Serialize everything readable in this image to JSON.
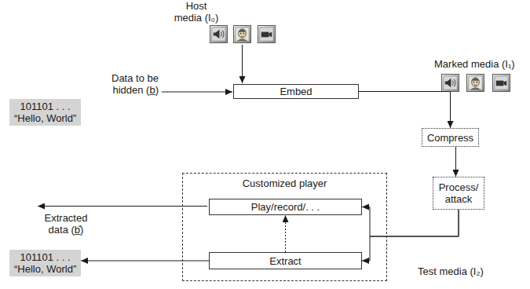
{
  "diagram": {
    "nodes": [
      {
        "text": [
          "101101 . . .",
          "“Hello, World”"
        ]
      },
      {
        "text": [
          "Embed"
        ]
      },
      {
        "text": [
          "Compress"
        ]
      },
      {
        "text": [
          "Process/ attack"
        ]
      },
      {
        "text": [
          "Customized player"
        ]
      },
      {
        "text": [
          "Play/record/. . ."
        ],
        "in": 4
      },
      {
        "text": [
          "Extract"
        ],
        "in": 4
      },
      {
        "text": [
          "101101 . . .",
          "“Hello, World”"
        ]
      }
    ],
    "edges": [
      {
        "from": 1,
        "to": 2,
        "arrow": "to"
      },
      {
        "from": 2,
        "to": 3,
        "arrow": "to"
      },
      {
        "from": 3,
        "to": 5,
        "arrow": "to"
      },
      {
        "from": 3,
        "to": 6,
        "arrow": "to"
      },
      {
        "from": 6,
        "to": 5,
        "arrow": "to"
      },
      {
        "from": 6,
        "to": 7,
        "arrow": "to"
      }
    ],
    "labels": [
      "Host media (I₀)",
      "Marked media (I₁)",
      "Data to be hidden (b̲)",
      "Extracted data (b̲̂)",
      "Test media (I₂)"
    ]
  }
}
